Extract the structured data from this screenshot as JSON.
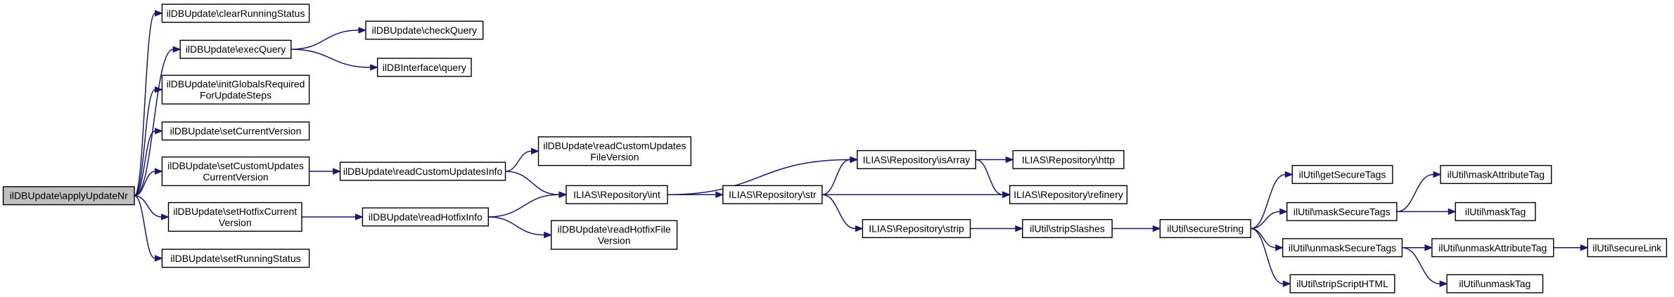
{
  "nodes": [
    {
      "id": "apply",
      "lines": [
        "ilDBUpdate\\applyUpdateNr"
      ],
      "root": true
    },
    {
      "id": "clear",
      "lines": [
        "ilDBUpdate\\clearRunningStatus"
      ]
    },
    {
      "id": "exec",
      "lines": [
        "ilDBUpdate\\execQuery"
      ]
    },
    {
      "id": "checkq",
      "lines": [
        "ilDBUpdate\\checkQuery"
      ]
    },
    {
      "id": "iquery",
      "lines": [
        "ilDBInterface\\query"
      ]
    },
    {
      "id": "initg",
      "lines": [
        "ilDBUpdate\\initGlobalsRequired",
        "ForUpdateSteps"
      ]
    },
    {
      "id": "setcv",
      "lines": [
        "ilDBUpdate\\setCurrentVersion"
      ]
    },
    {
      "id": "setcu",
      "lines": [
        "ilDBUpdate\\setCustomUpdates",
        "CurrentVersion"
      ]
    },
    {
      "id": "readcui",
      "lines": [
        "ilDBUpdate\\readCustomUpdatesInfo"
      ]
    },
    {
      "id": "readcuf",
      "lines": [
        "ilDBUpdate\\readCustomUpdates",
        "FileVersion"
      ]
    },
    {
      "id": "sethf",
      "lines": [
        "ilDBUpdate\\setHotfixCurrent",
        "Version"
      ]
    },
    {
      "id": "readhi",
      "lines": [
        "ilDBUpdate\\readHotfixInfo"
      ]
    },
    {
      "id": "readhf",
      "lines": [
        "ilDBUpdate\\readHotfixFile",
        "Version"
      ]
    },
    {
      "id": "setrun",
      "lines": [
        "ilDBUpdate\\setRunningStatus"
      ]
    },
    {
      "id": "rint",
      "lines": [
        "ILIAS\\Repository\\int"
      ]
    },
    {
      "id": "rstr",
      "lines": [
        "ILIAS\\Repository\\str"
      ]
    },
    {
      "id": "risarr",
      "lines": [
        "ILIAS\\Repository\\isArray"
      ]
    },
    {
      "id": "rhttp",
      "lines": [
        "ILIAS\\Repository\\http"
      ]
    },
    {
      "id": "rref",
      "lines": [
        "ILIAS\\Repository\\refinery"
      ]
    },
    {
      "id": "rstrip",
      "lines": [
        "ILIAS\\Repository\\strip"
      ]
    },
    {
      "id": "ustrip",
      "lines": [
        "ilUtil\\stripSlashes"
      ]
    },
    {
      "id": "usec",
      "lines": [
        "ilUtil\\secureString"
      ]
    },
    {
      "id": "uget",
      "lines": [
        "ilUtil\\getSecureTags"
      ]
    },
    {
      "id": "umst",
      "lines": [
        "ilUtil\\maskSecureTags"
      ]
    },
    {
      "id": "umat",
      "lines": [
        "ilUtil\\maskAttributeTag"
      ]
    },
    {
      "id": "umtag",
      "lines": [
        "ilUtil\\maskTag"
      ]
    },
    {
      "id": "uumst",
      "lines": [
        "ilUtil\\unmaskSecureTags"
      ]
    },
    {
      "id": "uumat",
      "lines": [
        "ilUtil\\unmaskAttributeTag"
      ]
    },
    {
      "id": "usl",
      "lines": [
        "ilUtil\\secureLink"
      ]
    },
    {
      "id": "uumtag",
      "lines": [
        "ilUtil\\unmaskTag"
      ]
    },
    {
      "id": "ussh",
      "lines": [
        "ilUtil\\stripScriptHTML"
      ]
    }
  ],
  "edges": [
    [
      "apply",
      "clear"
    ],
    [
      "apply",
      "exec"
    ],
    [
      "apply",
      "initg"
    ],
    [
      "apply",
      "setcv"
    ],
    [
      "apply",
      "setcu"
    ],
    [
      "apply",
      "sethf"
    ],
    [
      "apply",
      "setrun"
    ],
    [
      "exec",
      "checkq"
    ],
    [
      "exec",
      "iquery"
    ],
    [
      "setcu",
      "readcui"
    ],
    [
      "readcui",
      "readcuf"
    ],
    [
      "readcui",
      "rint"
    ],
    [
      "sethf",
      "readhi"
    ],
    [
      "readhi",
      "rint"
    ],
    [
      "readhi",
      "readhf"
    ],
    [
      "rint",
      "risarr"
    ],
    [
      "rint",
      "rstr"
    ],
    [
      "rint",
      "rref"
    ],
    [
      "rstr",
      "risarr"
    ],
    [
      "rstr",
      "rref"
    ],
    [
      "rstr",
      "rstrip"
    ],
    [
      "risarr",
      "rhttp"
    ],
    [
      "risarr",
      "rref"
    ],
    [
      "rstrip",
      "ustrip"
    ],
    [
      "ustrip",
      "usec"
    ],
    [
      "usec",
      "uget"
    ],
    [
      "usec",
      "umst"
    ],
    [
      "usec",
      "uumst"
    ],
    [
      "usec",
      "ussh"
    ],
    [
      "umst",
      "umat"
    ],
    [
      "umst",
      "umtag"
    ],
    [
      "uumst",
      "uumat"
    ],
    [
      "uumst",
      "uumtag"
    ],
    [
      "uumat",
      "usl"
    ]
  ],
  "colors": {
    "edge": "#191970",
    "root_fill": "#bfbfbf",
    "node_border": "#000000"
  }
}
